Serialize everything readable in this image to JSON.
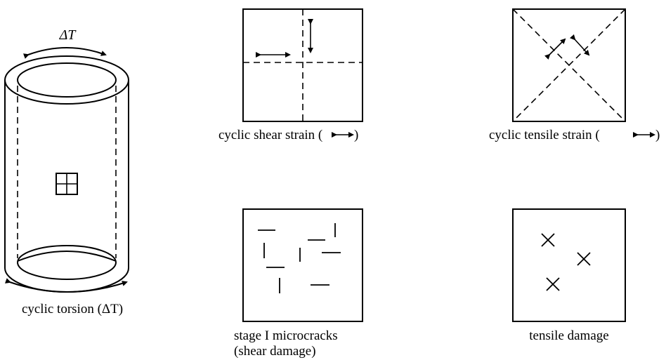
{
  "cylinder": {
    "top_symbol": "ΔT",
    "caption": "cyclic torsion (ΔT)"
  },
  "panels": {
    "shear_strain": {
      "caption": "cyclic shear strain (",
      "caption_end": ")"
    },
    "tensile_strain": {
      "caption": "cyclic tensile strain (",
      "caption_end": ")"
    },
    "microcracks": {
      "caption_line1": "stage I microcracks",
      "caption_line2": "(shear damage)"
    },
    "tensile_damage": {
      "caption": "tensile damage"
    }
  }
}
